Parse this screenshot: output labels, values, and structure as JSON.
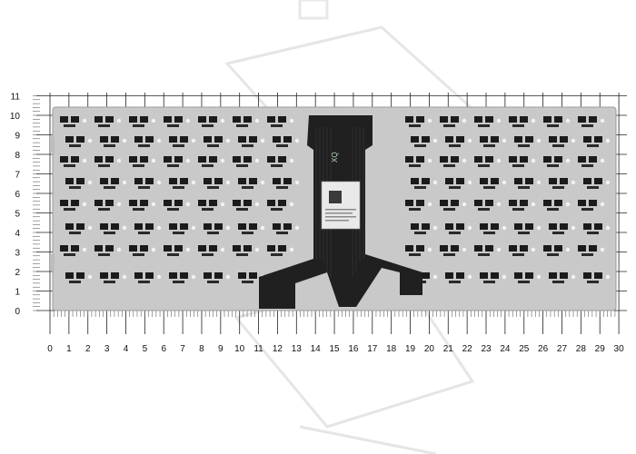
{
  "ruler": {
    "x_labels": [
      "0",
      "1",
      "2",
      "3",
      "4",
      "5",
      "6",
      "7",
      "8",
      "9",
      "10",
      "11",
      "12",
      "13",
      "14",
      "15",
      "16",
      "17",
      "18",
      "19",
      "20",
      "21",
      "22",
      "23",
      "24",
      "25",
      "26",
      "27",
      "28",
      "29",
      "30"
    ],
    "y_labels": [
      "0",
      "1",
      "2",
      "3",
      "4",
      "5",
      "6",
      "7",
      "8",
      "9",
      "10",
      "11"
    ]
  },
  "connector": {
    "label": "XQ"
  },
  "colors": {
    "background": "#ffffff",
    "plate": "#c9c9c9",
    "key_cutout": "#1b1b1b",
    "flex_cable": "#202020",
    "grid": "#111111",
    "watermark": "#e6e6e6"
  }
}
